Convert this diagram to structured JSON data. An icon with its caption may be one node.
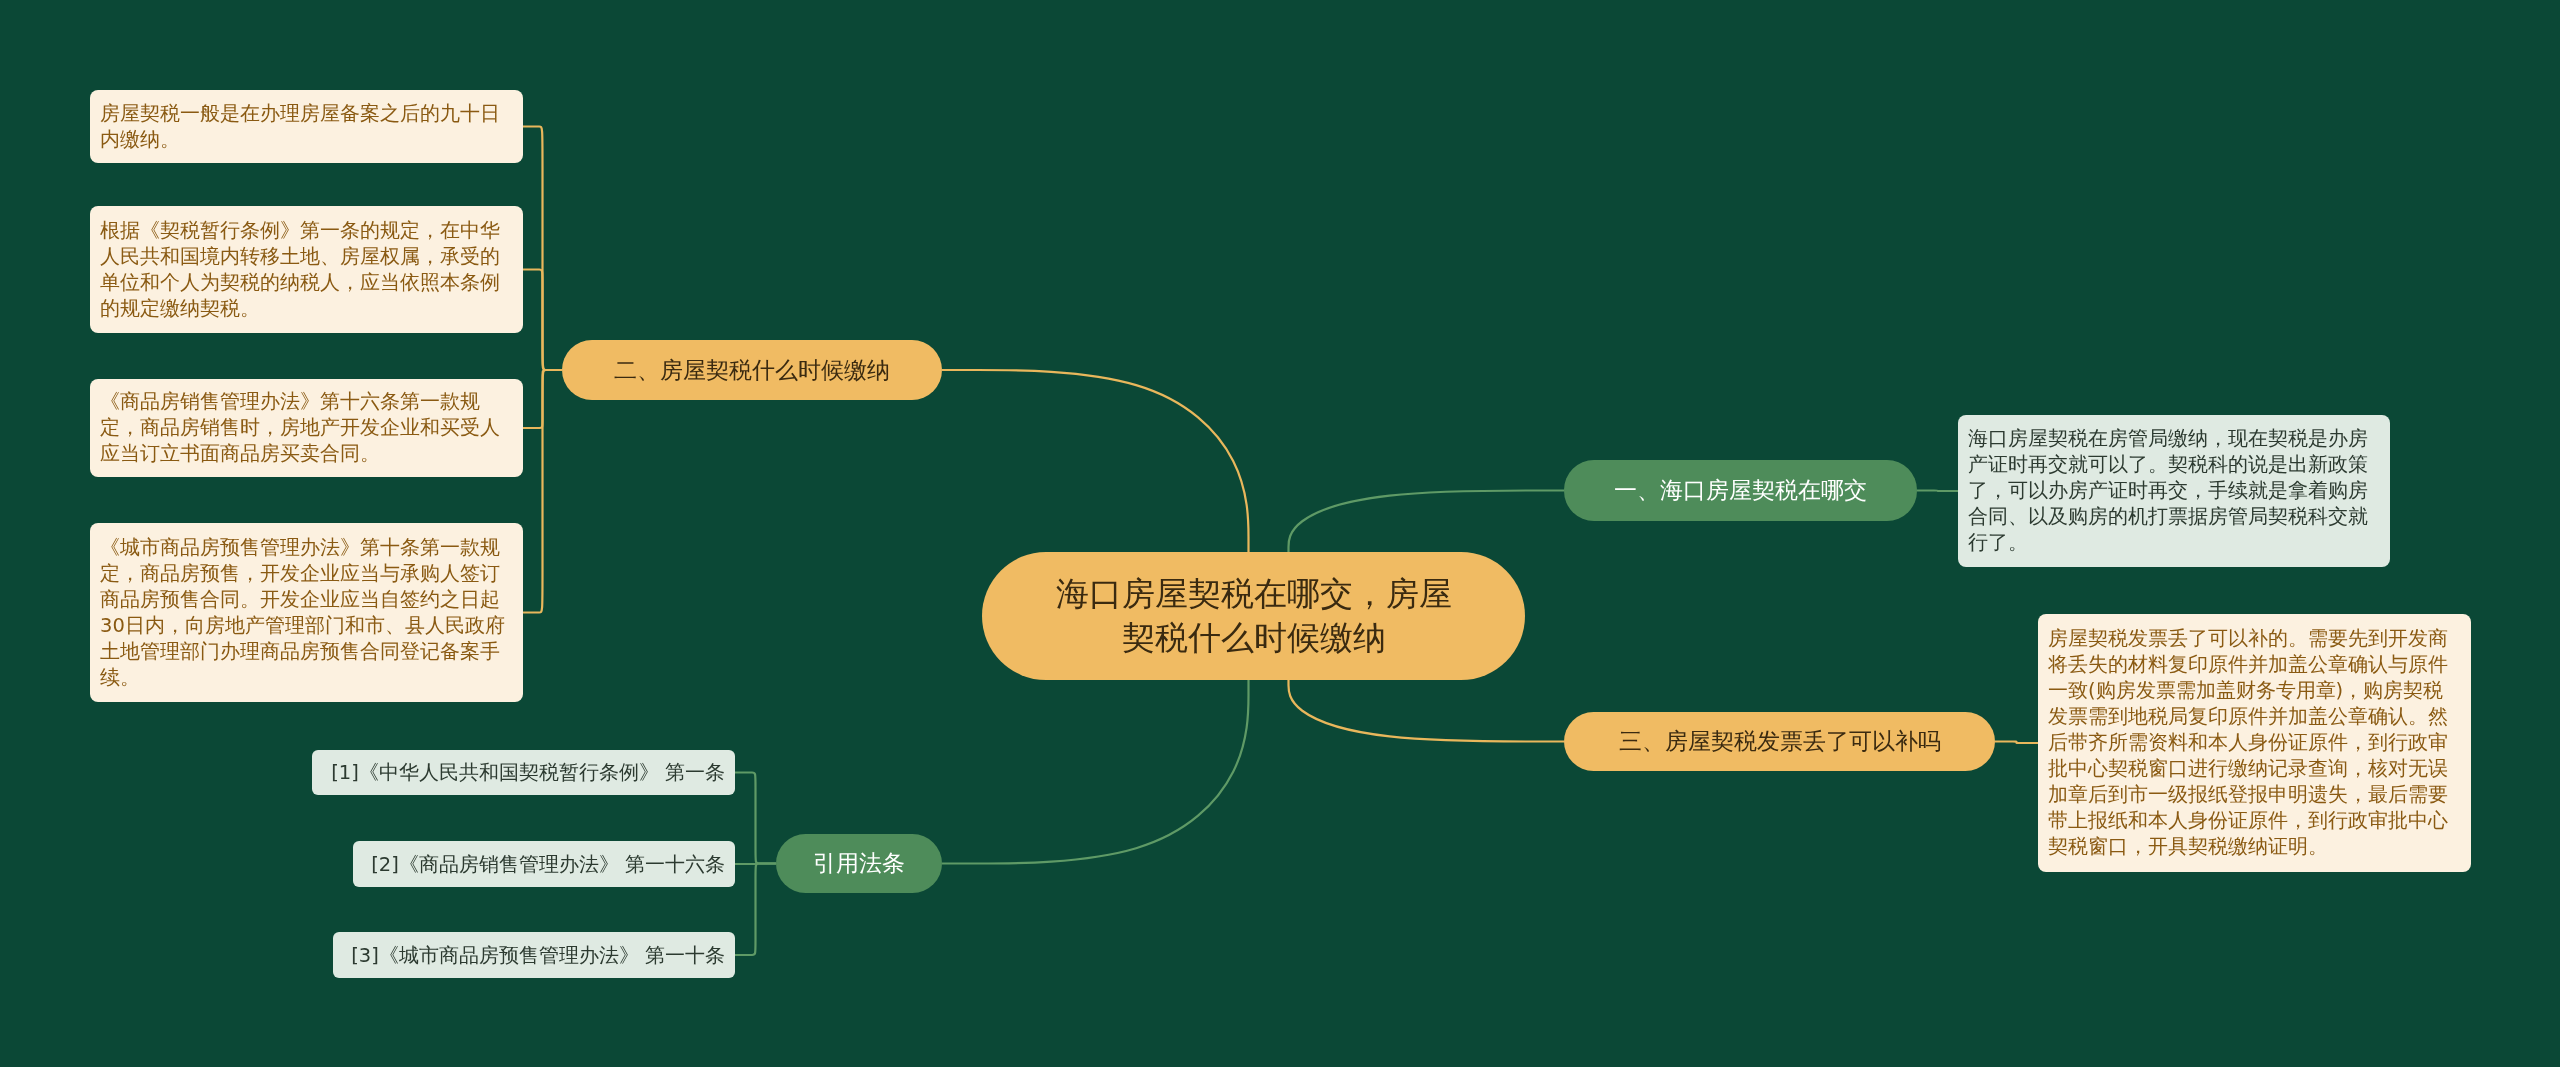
{
  "diagram": {
    "nodes": [
      {
        "text": [
          "海口房屋契税在哪交，房屋契税什么时候缴纳"
        ]
      },
      {
        "text": [
          "二、房屋契税什么时候缴纳"
        ]
      },
      {
        "text": [
          "房屋契税一般是在办理房屋备案之后的九十日内缴纳。"
        ]
      },
      {
        "text": [
          "根据《契税暂行条例》第一条的规定，在中华人民共和国境内转移土地、房屋权属，承受的单位和个人为契税的纳税人，应当依照本条例的规定缴纳契税。"
        ]
      },
      {
        "text": [
          "《商品房销售管理办法》第十六条第一款规定，商品房销售时，房地产开发企业和买受人应当订立书面商品房买卖合同。"
        ]
      },
      {
        "text": [
          "《城市商品房预售管理办法》第十条第一款规定，商品房预售，开发企业应当与承购人签订商品房预售合同。开发企业应当自签约之日起30日内，向房地产管理部门和市、县人民政府土地管理部门办理商品房预售合同登记备案手续。"
        ]
      },
      {
        "text": [
          "一、海口房屋契税在哪交"
        ]
      },
      {
        "text": [
          "海口房屋契税在房管局缴纳，现在契税是办房产证时再交就可以了。契税科的说是出新政策了，可以办房产证时再交，手续就是拿着购房合同、以及购房的机打票据房管局契税科交就行了。"
        ]
      },
      {
        "text": [
          "三、房屋契税发票丢了可以补吗"
        ]
      },
      {
        "text": [
          "房屋契税发票丢了可以补的。需要先到开发商将丢失的材料复印原件并加盖公章确认与原件一致(购房发票需加盖财务专用章)，购房契税发票需到地税局复印原件并加盖公章确认。然后带齐所需资料和本人身份证原件，到行政审批中心契税窗口进行缴纳记录查询，核对无误加章后到市一级报纸登报申明遗失，最后需要带上报纸和本人身份证原件，到行政审批中心契税窗口，开具契税缴纳证明。"
        ]
      },
      {
        "text": [
          "引用法条"
        ]
      },
      {
        "text": [
          "[1]《中华人民共和国契税暂行条例》 第一条"
        ]
      },
      {
        "text": [
          "[2]《商品房销售管理办法》 第一十六条"
        ]
      },
      {
        "text": [
          "[3]《城市商品房预售管理办法》 第一十条"
        ]
      }
    ],
    "edges": [
      {
        "from": 0,
        "to": 1,
        "arrow": "none"
      },
      {
        "from": 1,
        "to": 2,
        "arrow": "none"
      },
      {
        "from": 1,
        "to": 3,
        "arrow": "none"
      },
      {
        "from": 1,
        "to": 4,
        "arrow": "none"
      },
      {
        "from": 1,
        "to": 5,
        "arrow": "none"
      },
      {
        "from": 0,
        "to": 6,
        "arrow": "none",
        "color": "#5f9a66"
      },
      {
        "from": 6,
        "to": 7,
        "arrow": "none",
        "color": "#5f9a66"
      },
      {
        "from": 0,
        "to": 8,
        "arrow": "none"
      },
      {
        "from": 8,
        "to": 9,
        "arrow": "none"
      },
      {
        "from": 0,
        "to": 10,
        "arrow": "none",
        "color": "#5f9a66"
      },
      {
        "from": 10,
        "to": 11,
        "arrow": "none",
        "color": "#5f9a66"
      },
      {
        "from": 10,
        "to": 12,
        "arrow": "none",
        "color": "#5f9a66"
      },
      {
        "from": 10,
        "to": 13,
        "arrow": "none",
        "color": "#5f9a66"
      }
    ]
  }
}
